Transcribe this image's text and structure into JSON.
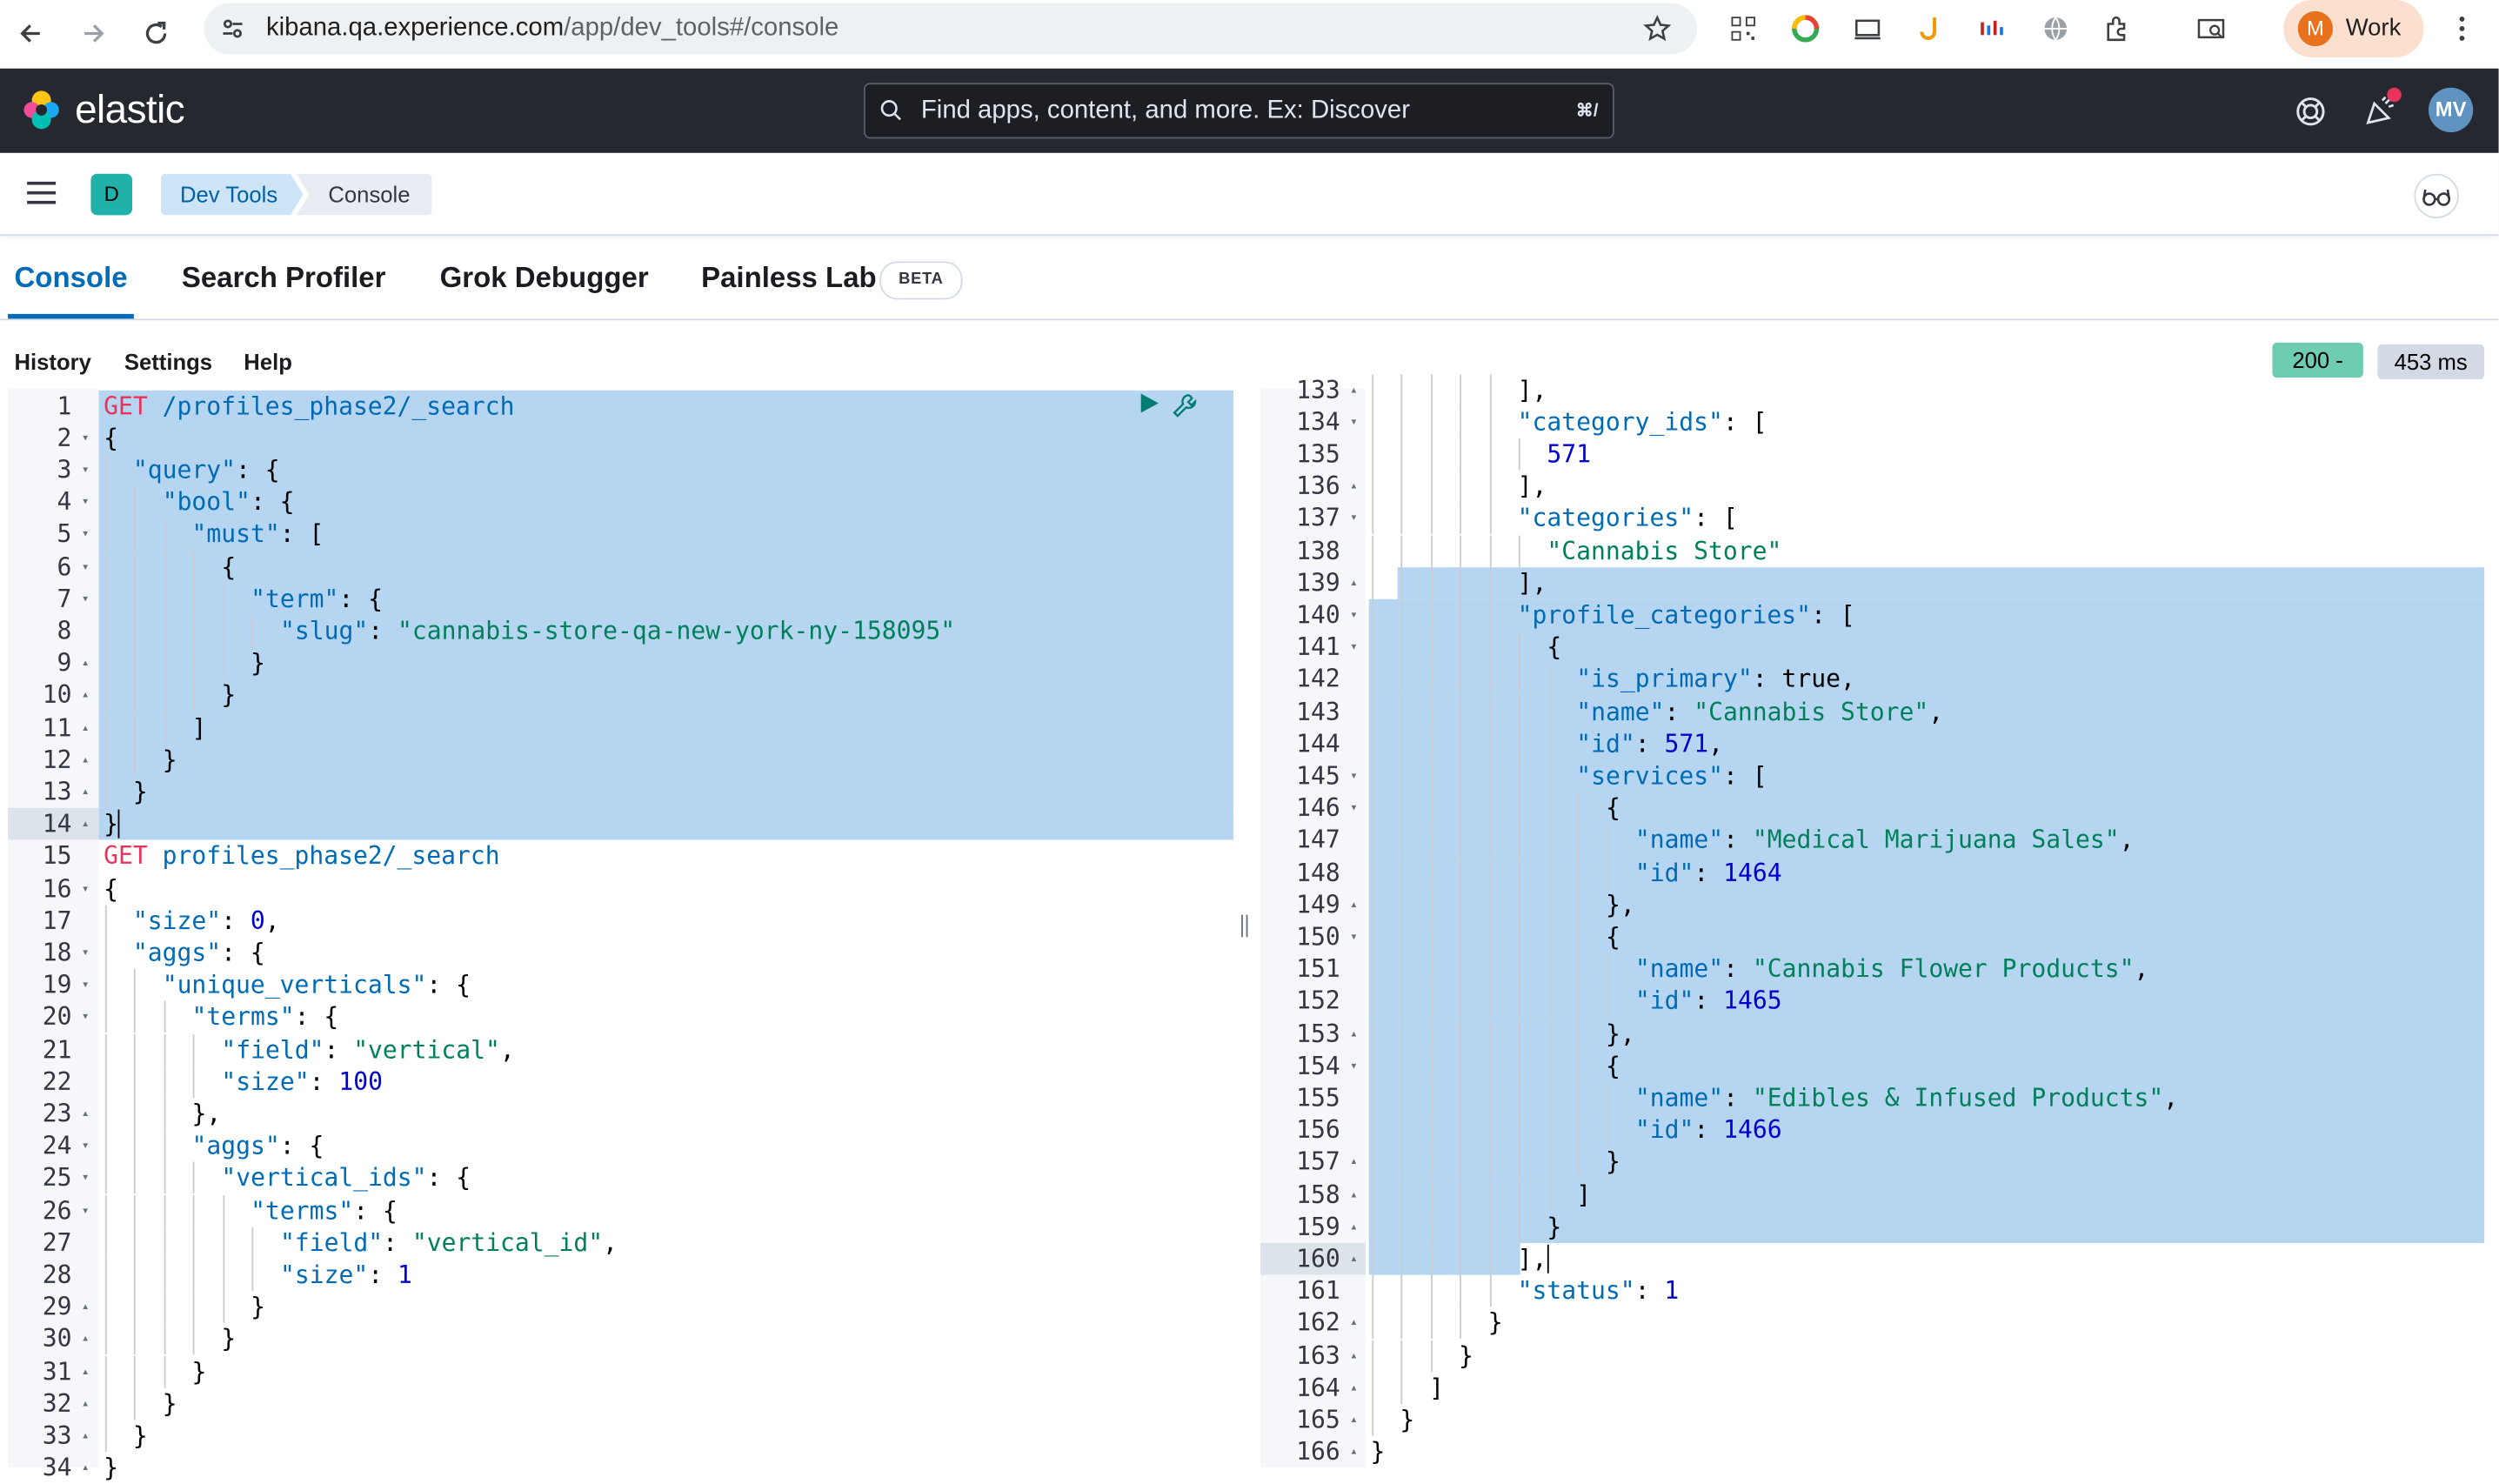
{
  "browser": {
    "url_host": "kibana.qa.experience.com",
    "url_path": "/app/dev_tools#/console",
    "profile_initial": "M",
    "profile_label": "Work"
  },
  "header": {
    "logo_text": "elastic",
    "search_placeholder": "Find apps, content, and more. Ex: Discover",
    "search_shortcut": "⌘/",
    "user_initials": "MV"
  },
  "breadcrumbs": {
    "space_initial": "D",
    "items": [
      "Dev Tools",
      "Console"
    ]
  },
  "tabs": [
    {
      "label": "Console",
      "active": true
    },
    {
      "label": "Search Profiler"
    },
    {
      "label": "Grok Debugger"
    },
    {
      "label": "Painless Lab"
    }
  ],
  "beta_badge": "BETA",
  "subnav": [
    "History",
    "Settings",
    "Help"
  ],
  "response_status": "200 -",
  "response_time": "453 ms",
  "request_editor": {
    "lines": [
      {
        "n": "1",
        "f": "",
        "i": 0,
        "t": [
          [
            "m",
            "GET"
          ],
          [
            "p",
            " "
          ],
          [
            "u",
            "/profiles_phase2/_search"
          ]
        ]
      },
      {
        "n": "2",
        "f": "▾",
        "i": 0,
        "t": [
          [
            "p",
            "{"
          ]
        ]
      },
      {
        "n": "3",
        "f": "▾",
        "i": 1,
        "t": [
          [
            "k",
            "\"query\""
          ],
          [
            "p",
            ": {"
          ]
        ]
      },
      {
        "n": "4",
        "f": "▾",
        "i": 2,
        "t": [
          [
            "k",
            "\"bool\""
          ],
          [
            "p",
            ": {"
          ]
        ]
      },
      {
        "n": "5",
        "f": "▾",
        "i": 3,
        "t": [
          [
            "k",
            "\"must\""
          ],
          [
            "p",
            ": ["
          ]
        ]
      },
      {
        "n": "6",
        "f": "▾",
        "i": 4,
        "t": [
          [
            "p",
            "{"
          ]
        ]
      },
      {
        "n": "7",
        "f": "▾",
        "i": 5,
        "t": [
          [
            "k",
            "\"term\""
          ],
          [
            "p",
            ": {"
          ]
        ]
      },
      {
        "n": "8",
        "f": "",
        "i": 6,
        "t": [
          [
            "k",
            "\"slug\""
          ],
          [
            "p",
            ": "
          ],
          [
            "s",
            "\"cannabis-store-qa-new-york-ny-158095\""
          ]
        ]
      },
      {
        "n": "9",
        "f": "▴",
        "i": 5,
        "t": [
          [
            "p",
            "}"
          ]
        ]
      },
      {
        "n": "10",
        "f": "▴",
        "i": 4,
        "t": [
          [
            "p",
            "}"
          ]
        ]
      },
      {
        "n": "11",
        "f": "▴",
        "i": 3,
        "t": [
          [
            "p",
            "]"
          ]
        ]
      },
      {
        "n": "12",
        "f": "▴",
        "i": 2,
        "t": [
          [
            "p",
            "}"
          ]
        ]
      },
      {
        "n": "13",
        "f": "▴",
        "i": 1,
        "t": [
          [
            "p",
            "}"
          ]
        ]
      },
      {
        "n": "14",
        "f": "▴",
        "i": 0,
        "t": [
          [
            "p",
            "}"
          ]
        ]
      },
      {
        "n": "15",
        "f": "",
        "i": 0,
        "t": [
          [
            "m",
            "GET"
          ],
          [
            "p",
            " "
          ],
          [
            "u",
            "profiles_phase2/_search"
          ]
        ]
      },
      {
        "n": "16",
        "f": "▾",
        "i": 0,
        "t": [
          [
            "p",
            "{"
          ]
        ]
      },
      {
        "n": "17",
        "f": "",
        "i": 1,
        "t": [
          [
            "k",
            "\"size\""
          ],
          [
            "p",
            ": "
          ],
          [
            "n",
            "0"
          ],
          [
            "p",
            ","
          ]
        ]
      },
      {
        "n": "18",
        "f": "▾",
        "i": 1,
        "t": [
          [
            "k",
            "\"aggs\""
          ],
          [
            "p",
            ": {"
          ]
        ]
      },
      {
        "n": "19",
        "f": "▾",
        "i": 2,
        "t": [
          [
            "k",
            "\"unique_verticals\""
          ],
          [
            "p",
            ": {"
          ]
        ]
      },
      {
        "n": "20",
        "f": "▾",
        "i": 3,
        "t": [
          [
            "k",
            "\"terms\""
          ],
          [
            "p",
            ": {"
          ]
        ]
      },
      {
        "n": "21",
        "f": "",
        "i": 4,
        "t": [
          [
            "k",
            "\"field\""
          ],
          [
            "p",
            ": "
          ],
          [
            "s",
            "\"vertical\""
          ],
          [
            "p",
            ","
          ]
        ]
      },
      {
        "n": "22",
        "f": "",
        "i": 4,
        "t": [
          [
            "k",
            "\"size\""
          ],
          [
            "p",
            ": "
          ],
          [
            "n",
            "100"
          ]
        ]
      },
      {
        "n": "23",
        "f": "▴",
        "i": 3,
        "t": [
          [
            "p",
            "},"
          ]
        ]
      },
      {
        "n": "24",
        "f": "▾",
        "i": 3,
        "t": [
          [
            "k",
            "\"aggs\""
          ],
          [
            "p",
            ": {"
          ]
        ]
      },
      {
        "n": "25",
        "f": "▾",
        "i": 4,
        "t": [
          [
            "k",
            "\"vertical_ids\""
          ],
          [
            "p",
            ": {"
          ]
        ]
      },
      {
        "n": "26",
        "f": "▾",
        "i": 5,
        "t": [
          [
            "k",
            "\"terms\""
          ],
          [
            "p",
            ": {"
          ]
        ]
      },
      {
        "n": "27",
        "f": "",
        "i": 6,
        "t": [
          [
            "k",
            "\"field\""
          ],
          [
            "p",
            ": "
          ],
          [
            "s",
            "\"vertical_id\""
          ],
          [
            "p",
            ","
          ]
        ]
      },
      {
        "n": "28",
        "f": "",
        "i": 6,
        "t": [
          [
            "k",
            "\"size\""
          ],
          [
            "p",
            ": "
          ],
          [
            "n",
            "1"
          ]
        ]
      },
      {
        "n": "29",
        "f": "▴",
        "i": 5,
        "t": [
          [
            "p",
            "}"
          ]
        ]
      },
      {
        "n": "30",
        "f": "▴",
        "i": 4,
        "t": [
          [
            "p",
            "}"
          ]
        ]
      },
      {
        "n": "31",
        "f": "▴",
        "i": 3,
        "t": [
          [
            "p",
            "}"
          ]
        ]
      },
      {
        "n": "32",
        "f": "▴",
        "i": 2,
        "t": [
          [
            "p",
            "}"
          ]
        ]
      },
      {
        "n": "33",
        "f": "▴",
        "i": 1,
        "t": [
          [
            "p",
            "}"
          ]
        ]
      },
      {
        "n": "34",
        "f": "▴",
        "i": 0,
        "t": [
          [
            "p",
            "}"
          ]
        ]
      }
    ]
  },
  "response_editor": {
    "lines": [
      {
        "n": "133",
        "f": "▴",
        "i": 5,
        "t": [
          [
            "p",
            "],"
          ]
        ]
      },
      {
        "n": "134",
        "f": "▾",
        "i": 5,
        "t": [
          [
            "k",
            "\"category_ids\""
          ],
          [
            "p",
            ": ["
          ]
        ]
      },
      {
        "n": "135",
        "f": "",
        "i": 6,
        "t": [
          [
            "n",
            "571"
          ]
        ]
      },
      {
        "n": "136",
        "f": "▴",
        "i": 5,
        "t": [
          [
            "p",
            "],"
          ]
        ]
      },
      {
        "n": "137",
        "f": "▾",
        "i": 5,
        "t": [
          [
            "k",
            "\"categories\""
          ],
          [
            "p",
            ": ["
          ]
        ]
      },
      {
        "n": "138",
        "f": "",
        "i": 6,
        "t": [
          [
            "s",
            "\"Cannabis Store\""
          ]
        ]
      },
      {
        "n": "139",
        "f": "▴",
        "i": 5,
        "t": [
          [
            "p",
            "],"
          ]
        ]
      },
      {
        "n": "140",
        "f": "▾",
        "i": 5,
        "t": [
          [
            "k",
            "\"profile_categories\""
          ],
          [
            "p",
            ": ["
          ]
        ]
      },
      {
        "n": "141",
        "f": "▾",
        "i": 6,
        "t": [
          [
            "p",
            "{"
          ]
        ]
      },
      {
        "n": "142",
        "f": "",
        "i": 7,
        "t": [
          [
            "k",
            "\"is_primary\""
          ],
          [
            "p",
            ": true,"
          ]
        ]
      },
      {
        "n": "143",
        "f": "",
        "i": 7,
        "t": [
          [
            "k",
            "\"name\""
          ],
          [
            "p",
            ": "
          ],
          [
            "s",
            "\"Cannabis Store\""
          ],
          [
            "p",
            ","
          ]
        ]
      },
      {
        "n": "144",
        "f": "",
        "i": 7,
        "t": [
          [
            "k",
            "\"id\""
          ],
          [
            "p",
            ": "
          ],
          [
            "n",
            "571"
          ],
          [
            "p",
            ","
          ]
        ]
      },
      {
        "n": "145",
        "f": "▾",
        "i": 7,
        "t": [
          [
            "k",
            "\"services\""
          ],
          [
            "p",
            ": ["
          ]
        ]
      },
      {
        "n": "146",
        "f": "▾",
        "i": 8,
        "t": [
          [
            "p",
            "{"
          ]
        ]
      },
      {
        "n": "147",
        "f": "",
        "i": 9,
        "t": [
          [
            "k",
            "\"name\""
          ],
          [
            "p",
            ": "
          ],
          [
            "s",
            "\"Medical Marijuana Sales\""
          ],
          [
            "p",
            ","
          ]
        ]
      },
      {
        "n": "148",
        "f": "",
        "i": 9,
        "t": [
          [
            "k",
            "\"id\""
          ],
          [
            "p",
            ": "
          ],
          [
            "n",
            "1464"
          ]
        ]
      },
      {
        "n": "149",
        "f": "▴",
        "i": 8,
        "t": [
          [
            "p",
            "},"
          ]
        ]
      },
      {
        "n": "150",
        "f": "▾",
        "i": 8,
        "t": [
          [
            "p",
            "{"
          ]
        ]
      },
      {
        "n": "151",
        "f": "",
        "i": 9,
        "t": [
          [
            "k",
            "\"name\""
          ],
          [
            "p",
            ": "
          ],
          [
            "s",
            "\"Cannabis Flower Products\""
          ],
          [
            "p",
            ","
          ]
        ]
      },
      {
        "n": "152",
        "f": "",
        "i": 9,
        "t": [
          [
            "k",
            "\"id\""
          ],
          [
            "p",
            ": "
          ],
          [
            "n",
            "1465"
          ]
        ]
      },
      {
        "n": "153",
        "f": "▴",
        "i": 8,
        "t": [
          [
            "p",
            "},"
          ]
        ]
      },
      {
        "n": "154",
        "f": "▾",
        "i": 8,
        "t": [
          [
            "p",
            "{"
          ]
        ]
      },
      {
        "n": "155",
        "f": "",
        "i": 9,
        "t": [
          [
            "k",
            "\"name\""
          ],
          [
            "p",
            ": "
          ],
          [
            "s",
            "\"Edibles & Infused Products\""
          ],
          [
            "p",
            ","
          ]
        ]
      },
      {
        "n": "156",
        "f": "",
        "i": 9,
        "t": [
          [
            "k",
            "\"id\""
          ],
          [
            "p",
            ": "
          ],
          [
            "n",
            "1466"
          ]
        ]
      },
      {
        "n": "157",
        "f": "▴",
        "i": 8,
        "t": [
          [
            "p",
            "}"
          ]
        ]
      },
      {
        "n": "158",
        "f": "▴",
        "i": 7,
        "t": [
          [
            "p",
            "]"
          ]
        ]
      },
      {
        "n": "159",
        "f": "▴",
        "i": 6,
        "t": [
          [
            "p",
            "}"
          ]
        ]
      },
      {
        "n": "160",
        "f": "▴",
        "i": 5,
        "t": [
          [
            "p",
            "],"
          ]
        ]
      },
      {
        "n": "161",
        "f": "",
        "i": 5,
        "t": [
          [
            "k",
            "\"status\""
          ],
          [
            "p",
            ": "
          ],
          [
            "n",
            "1"
          ]
        ]
      },
      {
        "n": "162",
        "f": "▴",
        "i": 4,
        "t": [
          [
            "p",
            "}"
          ]
        ]
      },
      {
        "n": "163",
        "f": "▴",
        "i": 3,
        "t": [
          [
            "p",
            "}"
          ]
        ]
      },
      {
        "n": "164",
        "f": "▴",
        "i": 2,
        "t": [
          [
            "p",
            "]"
          ]
        ]
      },
      {
        "n": "165",
        "f": "▴",
        "i": 1,
        "t": [
          [
            "p",
            "}"
          ]
        ]
      },
      {
        "n": "166",
        "f": "▴",
        "i": 0,
        "t": [
          [
            "p",
            "}"
          ]
        ]
      }
    ]
  },
  "colors": {
    "accent": "#006bb8",
    "header_bg": "#25282f",
    "selection": "#b6d5f0",
    "status_ok": "#6dccb1"
  }
}
